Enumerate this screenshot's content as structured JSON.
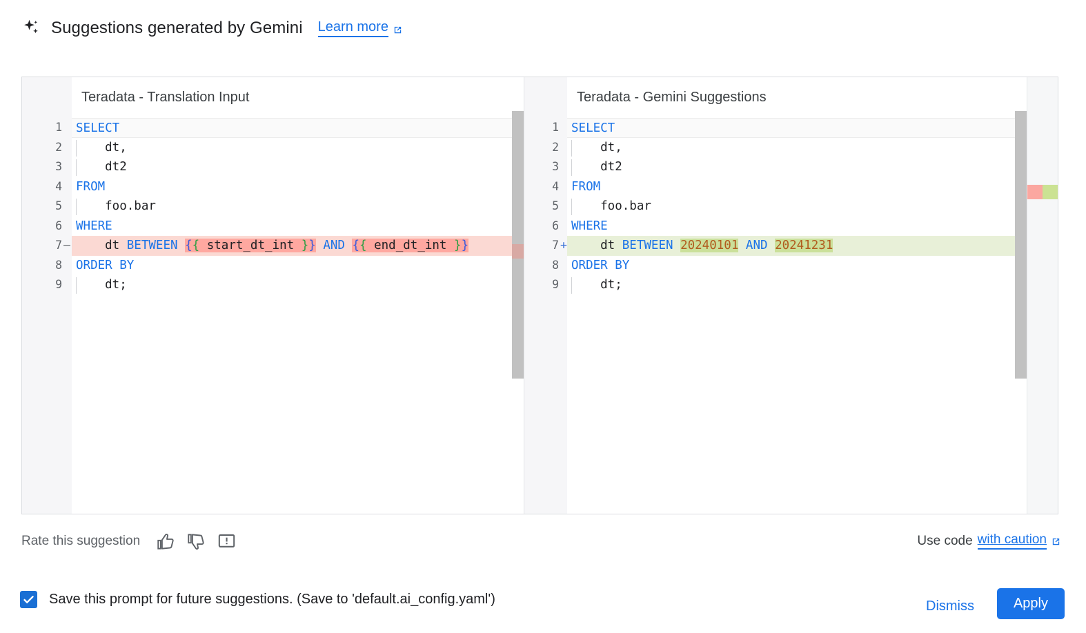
{
  "header": {
    "icon": "gemini-sparkle-icon",
    "title": "Suggestions generated by Gemini",
    "learn_more": "Learn more",
    "learn_more_icon": "external-link-icon"
  },
  "colors": {
    "accent": "#1a73e8",
    "text": "#202124",
    "muted": "#5f6368",
    "keyword": "#1a73e8",
    "number": "#b15c1e",
    "diff_delete_line": "#fbd9d3",
    "diff_delete_word": "#ffa8a0",
    "diff_add_line": "#e8f0d8",
    "diff_add_word": "#cbe09a",
    "scrollbar": "#c1c1c1",
    "panel_border": "#dadce0"
  },
  "diff": {
    "left": {
      "title": "Teradata - Translation Input",
      "lines": [
        {
          "num": "1",
          "sign": "",
          "indent": false,
          "active": true,
          "state": "none",
          "tokens": [
            {
              "t": "SELECT",
              "c": "kw"
            }
          ]
        },
        {
          "num": "2",
          "sign": "",
          "indent": true,
          "active": false,
          "state": "none",
          "tokens": [
            {
              "t": "    dt,",
              "c": "pln"
            }
          ]
        },
        {
          "num": "3",
          "sign": "",
          "indent": true,
          "active": false,
          "state": "none",
          "tokens": [
            {
              "t": "    dt2",
              "c": "pln"
            }
          ]
        },
        {
          "num": "4",
          "sign": "",
          "indent": false,
          "active": false,
          "state": "none",
          "tokens": [
            {
              "t": "FROM",
              "c": "kw"
            }
          ]
        },
        {
          "num": "5",
          "sign": "",
          "indent": true,
          "active": false,
          "state": "none",
          "tokens": [
            {
              "t": "    foo.bar",
              "c": "pln"
            }
          ]
        },
        {
          "num": "6",
          "sign": "",
          "indent": false,
          "active": false,
          "state": "none",
          "tokens": [
            {
              "t": "WHERE",
              "c": "kw"
            }
          ]
        },
        {
          "num": "7",
          "sign": "–",
          "indent": false,
          "active": false,
          "state": "del",
          "tokens": [
            {
              "t": "    dt ",
              "c": "pln"
            },
            {
              "t": "BETWEEN",
              "c": "kw"
            },
            {
              "t": " ",
              "c": "pln"
            },
            {
              "t": "{",
              "c": "brc-b",
              "w": "del"
            },
            {
              "t": "{",
              "c": "brc-g",
              "w": "del"
            },
            {
              "t": " start_dt_int ",
              "c": "pln",
              "w": "del"
            },
            {
              "t": "}",
              "c": "brc-g",
              "w": "del"
            },
            {
              "t": "}",
              "c": "brc-b",
              "w": "del"
            },
            {
              "t": " ",
              "c": "pln"
            },
            {
              "t": "AND",
              "c": "kw"
            },
            {
              "t": " ",
              "c": "pln"
            },
            {
              "t": "{",
              "c": "brc-b",
              "w": "del"
            },
            {
              "t": "{",
              "c": "brc-g",
              "w": "del"
            },
            {
              "t": " end_dt_int ",
              "c": "pln",
              "w": "del"
            },
            {
              "t": "}",
              "c": "brc-g",
              "w": "del"
            },
            {
              "t": "}",
              "c": "brc-b",
              "w": "del"
            }
          ]
        },
        {
          "num": "8",
          "sign": "",
          "indent": false,
          "active": false,
          "state": "none",
          "tokens": [
            {
              "t": "ORDER BY",
              "c": "kw"
            }
          ]
        },
        {
          "num": "9",
          "sign": "",
          "indent": true,
          "active": false,
          "state": "none",
          "tokens": [
            {
              "t": "    dt;",
              "c": "pln"
            }
          ]
        }
      ]
    },
    "right": {
      "title": "Teradata - Gemini Suggestions",
      "lines": [
        {
          "num": "1",
          "sign": "",
          "indent": false,
          "active": true,
          "state": "none",
          "tokens": [
            {
              "t": "SELECT",
              "c": "kw"
            }
          ]
        },
        {
          "num": "2",
          "sign": "",
          "indent": true,
          "active": false,
          "state": "none",
          "tokens": [
            {
              "t": "    dt,",
              "c": "pln"
            }
          ]
        },
        {
          "num": "3",
          "sign": "",
          "indent": true,
          "active": false,
          "state": "none",
          "tokens": [
            {
              "t": "    dt2",
              "c": "pln"
            }
          ]
        },
        {
          "num": "4",
          "sign": "",
          "indent": false,
          "active": false,
          "state": "none",
          "tokens": [
            {
              "t": "FROM",
              "c": "kw"
            }
          ]
        },
        {
          "num": "5",
          "sign": "",
          "indent": true,
          "active": false,
          "state": "none",
          "tokens": [
            {
              "t": "    foo.bar",
              "c": "pln"
            }
          ]
        },
        {
          "num": "6",
          "sign": "",
          "indent": false,
          "active": false,
          "state": "none",
          "tokens": [
            {
              "t": "WHERE",
              "c": "kw"
            }
          ]
        },
        {
          "num": "7",
          "sign": "+",
          "indent": false,
          "active": false,
          "state": "add",
          "tokens": [
            {
              "t": "    dt ",
              "c": "pln"
            },
            {
              "t": "BETWEEN",
              "c": "kw"
            },
            {
              "t": " ",
              "c": "pln"
            },
            {
              "t": "20240101",
              "c": "num",
              "w": "add"
            },
            {
              "t": " ",
              "c": "pln"
            },
            {
              "t": "AND",
              "c": "kw"
            },
            {
              "t": " ",
              "c": "pln"
            },
            {
              "t": "20241231",
              "c": "num",
              "w": "add"
            }
          ]
        },
        {
          "num": "8",
          "sign": "",
          "indent": false,
          "active": false,
          "state": "none",
          "tokens": [
            {
              "t": "ORDER BY",
              "c": "kw"
            }
          ]
        },
        {
          "num": "9",
          "sign": "",
          "indent": true,
          "active": false,
          "state": "none",
          "tokens": [
            {
              "t": "    dt;",
              "c": "pln"
            }
          ]
        }
      ]
    },
    "overview_markers": [
      {
        "kind": "delete",
        "color": "#fba7a0"
      },
      {
        "kind": "add",
        "color": "#cbe293"
      }
    ]
  },
  "rate": {
    "label": "Rate this suggestion",
    "thumb_up_icon": "thumb-up-icon",
    "thumb_down_icon": "thumb-down-icon",
    "feedback_icon": "feedback-report-icon"
  },
  "use_code": {
    "prefix": "Use code",
    "link": "with caution",
    "icon": "external-link-icon"
  },
  "footer": {
    "checkbox_checked": true,
    "save_label": "Save this prompt for future suggestions. (Save to 'default.ai_config.yaml')",
    "dismiss_label": "Dismiss",
    "apply_label": "Apply"
  }
}
